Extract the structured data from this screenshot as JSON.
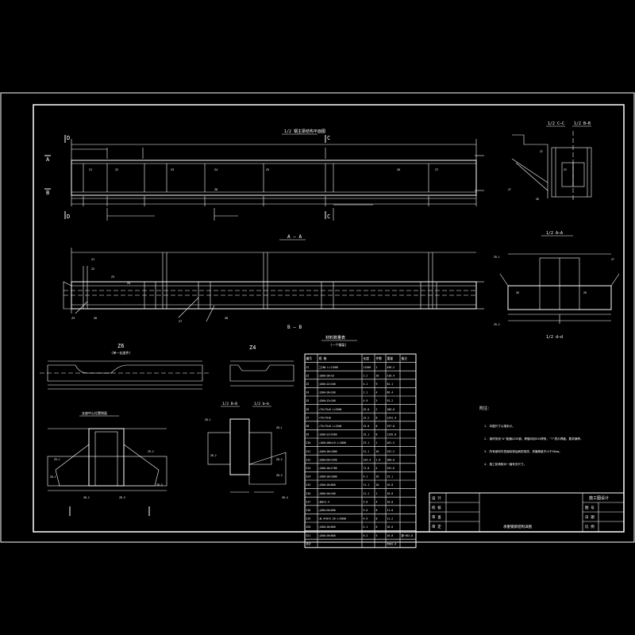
{
  "title_block": {
    "sheet_title": "承重钢梁结构详图",
    "project_label": "施工图设计",
    "left_rows": [
      "设 计",
      "校 核",
      "审 查",
      "审 定"
    ],
    "right_rows": [
      "图 号",
      "日 期",
      "比 例"
    ]
  },
  "views": {
    "plan_title": "1/2 钢主梁结构平面图",
    "section_cc_title": "1/2 C—C",
    "section_bb_title": "1/2 B—B",
    "elevation_title": "A — A",
    "elevation_bottom": "B — B",
    "section_aa_title": "1/2 A—A",
    "section_dd_title": "1/2 d—d",
    "z6_title": "Z6",
    "z6_sub": "(单一长度件)",
    "z4_title": "Z4",
    "bottom_view_title": "支座中心位置侧面",
    "section_bb2_title": "1/2 B—B",
    "section_bb3_title": "1/2 b—b",
    "marks": [
      "D",
      "C",
      "A",
      "B"
    ]
  },
  "table": {
    "title": "材料数量表",
    "subtitle": "(一个钢梁)",
    "headers": [
      "编号",
      "规 格",
      "长度",
      "件数",
      "重量",
      "备注"
    ],
    "rows": [
      [
        "Z1",
        "工28b  L=11500",
        "11500",
        "1",
        "498.2",
        ""
      ],
      [
        "Z2",
        "□300×10×10",
        "2.2",
        "26",
        "218.4",
        ""
      ],
      [
        "Z3",
        "□200×12×100",
        "4.1",
        "9",
        "81.1",
        ""
      ],
      [
        "Z4",
        "□200×10×100",
        "2.1",
        "4",
        "66.4",
        ""
      ],
      [
        "Z5",
        "□200×12×100",
        "4.9",
        "3",
        "91.2",
        ""
      ],
      [
        "Z6",
        "∠75×75×8  L=2500",
        "25.0",
        "2",
        "180.0",
        ""
      ],
      [
        "Z7",
        "∠75×75×8",
        "13.2",
        "8",
        "1291.4",
        ""
      ],
      [
        "Z8",
        "∠75×75×8  L=1500",
        "15.0",
        "8",
        "197.0",
        ""
      ],
      [
        "Z9",
        "□200×12×5360",
        "15.1",
        "8",
        "1195.0",
        ""
      ],
      [
        "Z10",
        "∠100×100×10  L=1880",
        "23.1",
        "1",
        "461.5",
        ""
      ],
      [
        "Z11",
        "□200×10×1800",
        "21.1",
        "16",
        "322.2",
        ""
      ],
      [
        "Z12",
        "□200×20×1950",
        "129.4",
        "1.6",
        "300.0",
        ""
      ],
      [
        "Z13",
        "□200×10×1780",
        "71.0",
        "4",
        "291.6",
        ""
      ],
      [
        "Z14",
        "□200×10×1800",
        "4.1",
        "16",
        "15.1",
        ""
      ],
      [
        "Z15",
        "□200×10×800",
        "11.1",
        "20",
        "16.0",
        ""
      ],
      [
        "Z16",
        "□300×16×100",
        "11.1",
        "1",
        "16.0",
        ""
      ],
      [
        "Z17",
        "□80×2.4",
        "5.0",
        "4",
        "10.0",
        ""
      ],
      [
        "Z18",
        "□200×20×600",
        "5.0",
        "8",
        "11.0",
        ""
      ],
      [
        "Z19",
        "□8.4×8×5.50  L=5000",
        "4.9",
        "8",
        "11.2",
        ""
      ],
      [
        "Z20",
        "□200×10×800",
        "4.1",
        "6",
        "16.0",
        ""
      ],
      [
        "Z21",
        "□200×10×800",
        "6.2",
        "5",
        "16.0",
        "钢~461.8"
      ],
      [
        "合计",
        "",
        "",
        "",
        "6562.4",
        ""
      ]
    ]
  },
  "notes": {
    "heading": "附注：",
    "items": [
      "1.  本图尺寸以毫米计。",
      "2.  钢材采用\"A\"普通Q235钢，焊缝均用E43焊条，\"T\"表示焊缝，要求满焊。",
      "3.  所有钢构件表面除锈后刷防锈漆，漆膜厚度不小于50um。",
      "4.  施工前请核对一遍有关尺寸。"
    ]
  },
  "colors": {
    "background": "#000000",
    "line": "#ffffff"
  }
}
